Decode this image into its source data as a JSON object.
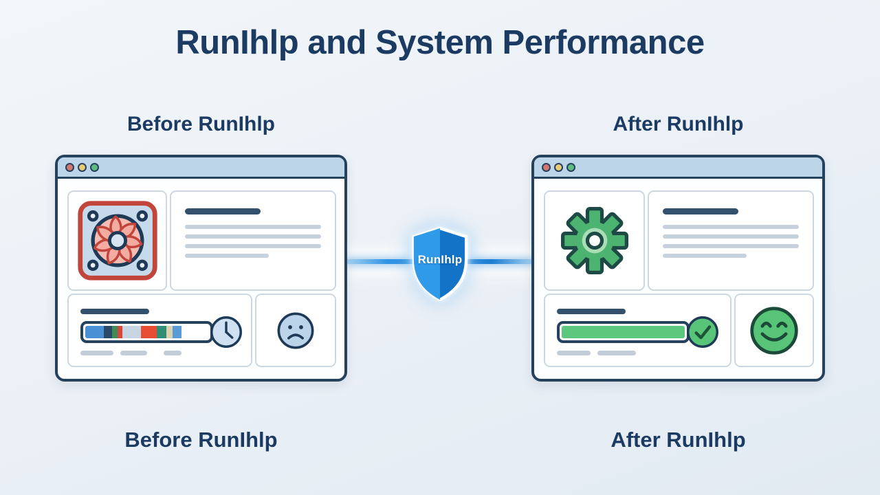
{
  "title": "RunIhlp and System Performance",
  "shield": {
    "label": "RunIhlp",
    "color_left": "#2f9ae8",
    "color_right": "#1273c7"
  },
  "sections": {
    "before": {
      "top_label": "Before RunIhlp",
      "bottom_label": "Before RunIhlp"
    },
    "after": {
      "top_label": "After RunIhlp",
      "bottom_label": "After RunIhlp"
    }
  },
  "before_window": {
    "titlebar_icons": [
      "red-dot-icon",
      "yellow-dot-icon",
      "green-dot-icon"
    ],
    "main_icon": "cpu-fan-icon",
    "progress_end_icon": "clock-icon",
    "mood_icon": "sad-face-icon",
    "progress_segments": [
      {
        "color": "#4a90d5",
        "width_pct": 15
      },
      {
        "color": "#2b4a68",
        "width_pct": 7
      },
      {
        "color": "#3f8d55",
        "width_pct": 4
      },
      {
        "color": "#d8473a",
        "width_pct": 4
      },
      {
        "color": "#c7d4e2",
        "width_pct": 15
      },
      {
        "color": "#e84c33",
        "width_pct": 13
      },
      {
        "color": "#2f8e74",
        "width_pct": 8
      },
      {
        "color": "#d9d2ae",
        "width_pct": 5
      },
      {
        "color": "#5b9bd5",
        "width_pct": 7
      }
    ]
  },
  "after_window": {
    "titlebar_icons": [
      "red-dot-icon",
      "yellow-dot-icon",
      "green-dot-icon"
    ],
    "main_icon": "gear-icon",
    "progress_end_icon": "checkmark-icon",
    "mood_icon": "happy-face-icon",
    "progress_segments": [
      {
        "color": "#5cc87e",
        "width_pct": 100
      }
    ]
  },
  "colors": {
    "heading_text": "#1c3b63",
    "window_border": "#24415e",
    "titlebar_bg": "#bdd5e9",
    "connector_blue": "#2f93e6",
    "fan_red": "#c2453c",
    "gear_green": "#4db370",
    "progress_green": "#5cc87e",
    "skeleton_gray": "#c6d1de"
  }
}
